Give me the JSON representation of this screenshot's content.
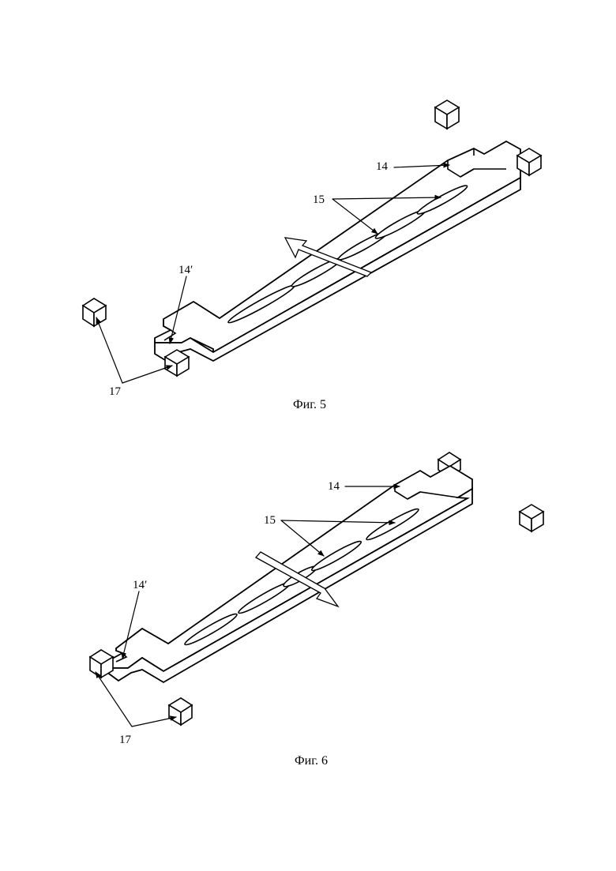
{
  "figures": [
    {
      "caption": "Фиг. 5",
      "labels": {
        "ref_14": "14",
        "ref_15": "15",
        "ref_14_prime": "14′",
        "ref_17": "17"
      }
    },
    {
      "caption": "Фиг. 6",
      "labels": {
        "ref_14": "14",
        "ref_15": "15",
        "ref_14_prime": "14′",
        "ref_17": "17"
      }
    }
  ]
}
